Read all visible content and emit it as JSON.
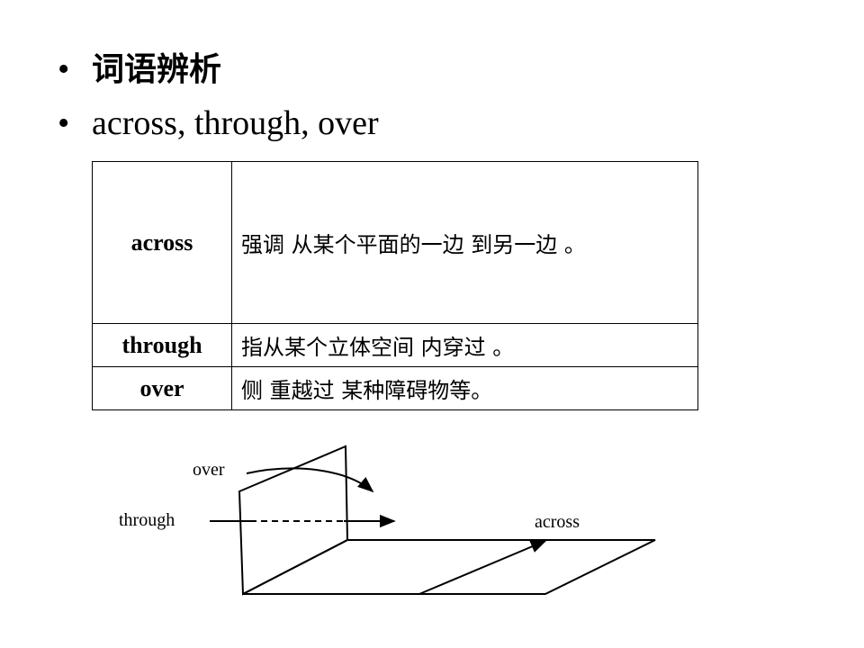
{
  "bullets": [
    {
      "symbol": "•",
      "text": "词语辨析"
    },
    {
      "symbol": "•",
      "text": "across, through, over"
    }
  ],
  "table": {
    "rows": [
      {
        "word": "across",
        "description": "强调 从某个平面的一边 到另一边 。"
      },
      {
        "word": "through",
        "description": "指从某个立体空间 内穿过 。"
      },
      {
        "word": "over",
        "description": "侧 重越过 某种障碍物等。"
      }
    ]
  },
  "diagram": {
    "labels": {
      "over": "over",
      "through": "through",
      "across": "across"
    }
  }
}
